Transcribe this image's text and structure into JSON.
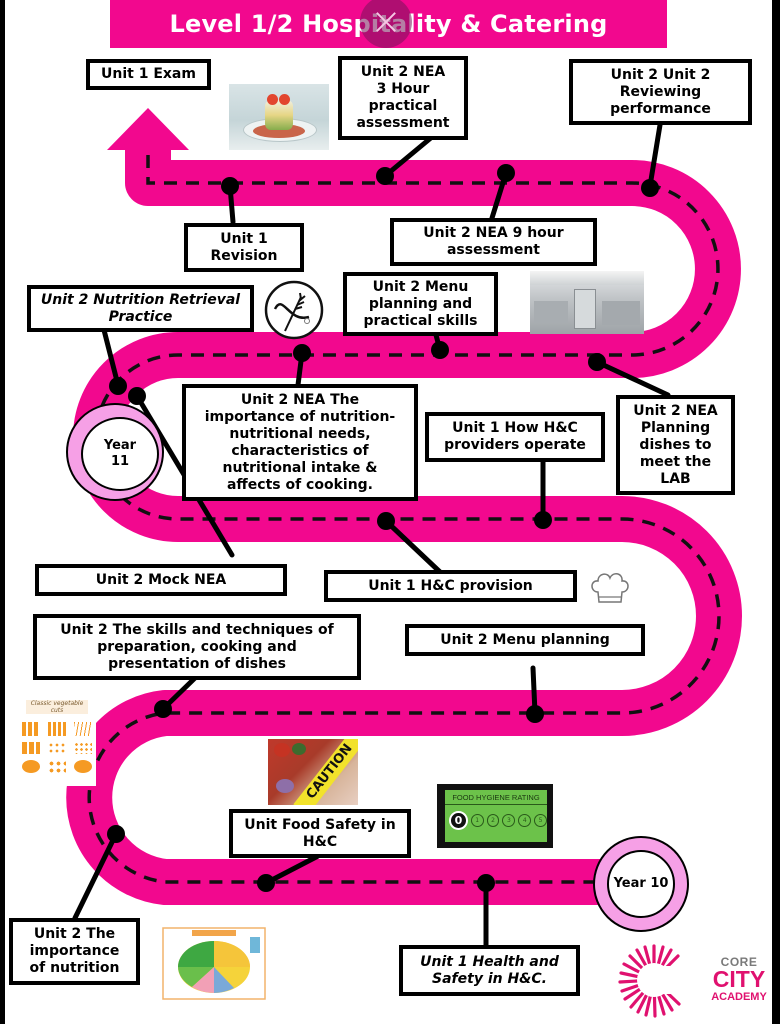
{
  "title": "Level 1/2 Hospitality & Catering",
  "colors": {
    "road": "#F2088E",
    "year_ring": "#F6A0E6",
    "logo": "#E0116F",
    "hygiene_green": "#6CC24A"
  },
  "milestones": {
    "unit1_exam": "Unit 1 Exam",
    "nea_3hour": "Unit 2 NEA 3 Hour practical assessment",
    "reviewing": "Unit 2 Unit 2 Reviewing performance",
    "unit1_revision": "Unit 1 Revision",
    "nea_9hour": "Unit 2 NEA 9 hour assessment",
    "nutrition_retrieval": "Unit 2 Nutrition Retrieval Practice",
    "menu_planning_skills": "Unit 2 Menu planning and practical skills",
    "nea_importance": "Unit 2 NEA The importance of nutrition- nutritional needs, characteristics of nutritional intake & affects of cooking.",
    "nea_planning_dishes": "Unit 2 NEA Planning dishes to meet the LAB",
    "how_providers_operate": "Unit 1 How H&C providers operate",
    "mock_nea": "Unit 2 Mock NEA",
    "hc_provision": "Unit 1 H&C provision",
    "skills_techniques": "Unit 2 The skills and techniques of preparation, cooking and presentation of dishes",
    "menu_planning": "Unit 2 Menu planning",
    "food_safety": "Unit Food Safety in H&C",
    "importance_nutrition": "Unit 2 The importance of nutrition",
    "health_safety": "Unit 1 Health and Safety in H&C."
  },
  "years": {
    "year11": "Year 11",
    "year10": "Year 10"
  },
  "images": {
    "plated_dish": "plated-dish-photo",
    "gluten_free": "gluten-free-icon",
    "kitchen": "commercial-kitchen-photo",
    "chef_hat": "chef-hat-icon",
    "vegetable_cuts": "Classic vegetable cuts",
    "caution": "CAUTION",
    "hygiene_rating_label": "FOOD HYGIENE RATING",
    "hygiene_rating_value": "0",
    "hygiene_scale": [
      "1",
      "2",
      "3",
      "4",
      "5"
    ],
    "eatwell": "eatwell-guide"
  },
  "logo": {
    "line1": "CORE",
    "line2": "CITY",
    "line3": "ACADEMY"
  }
}
